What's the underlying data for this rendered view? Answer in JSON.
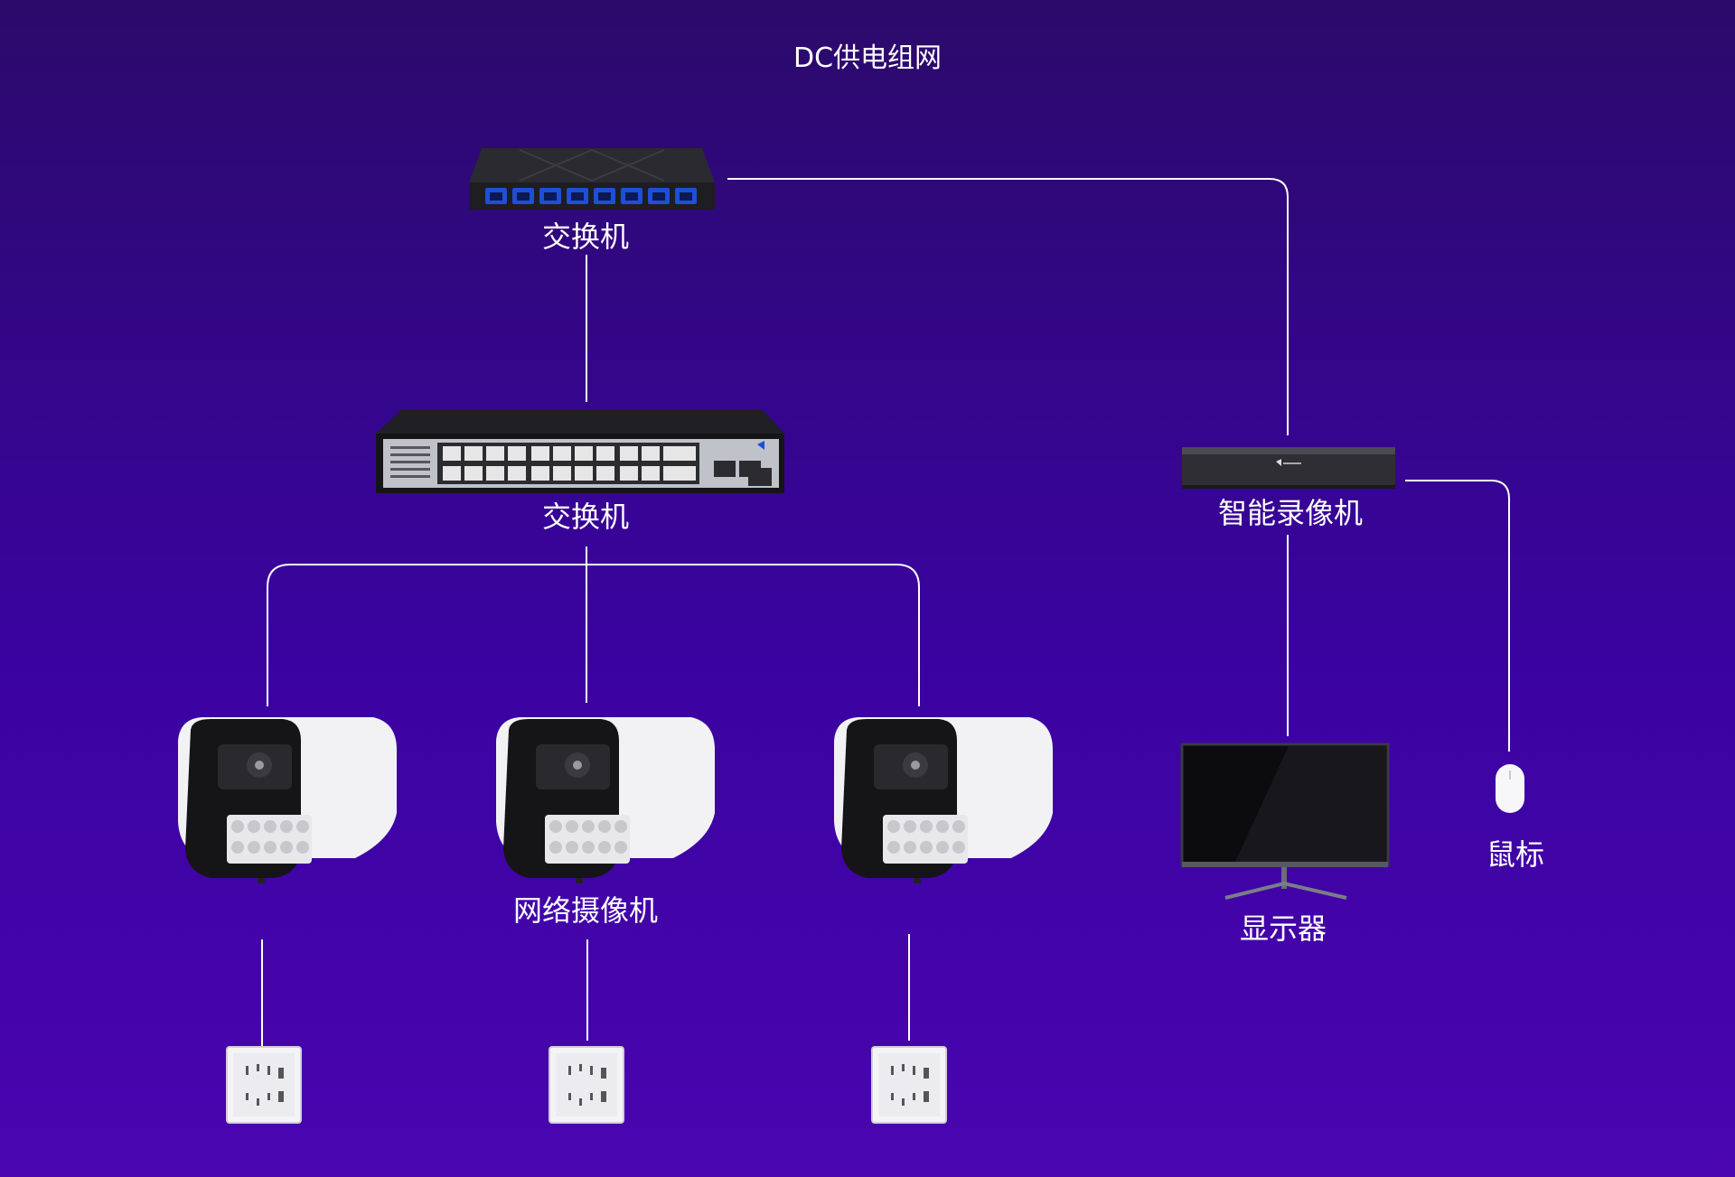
{
  "title": "DC供电组网",
  "labels": {
    "switch_top": "交换机",
    "switch_mid": "交换机",
    "nvr": "智能录像机",
    "cameras": "网络摄像机",
    "monitor": "显示器",
    "mouse": "鼠标"
  },
  "colors": {
    "background_top": "#2b0a6b",
    "background_bottom": "#4a05b0",
    "line": "#ffffff",
    "port_blue": "#1e4fd6"
  },
  "icons": [
    "desktop-switch-icon",
    "rack-switch-icon",
    "nvr-icon",
    "bullet-camera-icon",
    "power-socket-icon",
    "monitor-icon",
    "mouse-icon"
  ]
}
